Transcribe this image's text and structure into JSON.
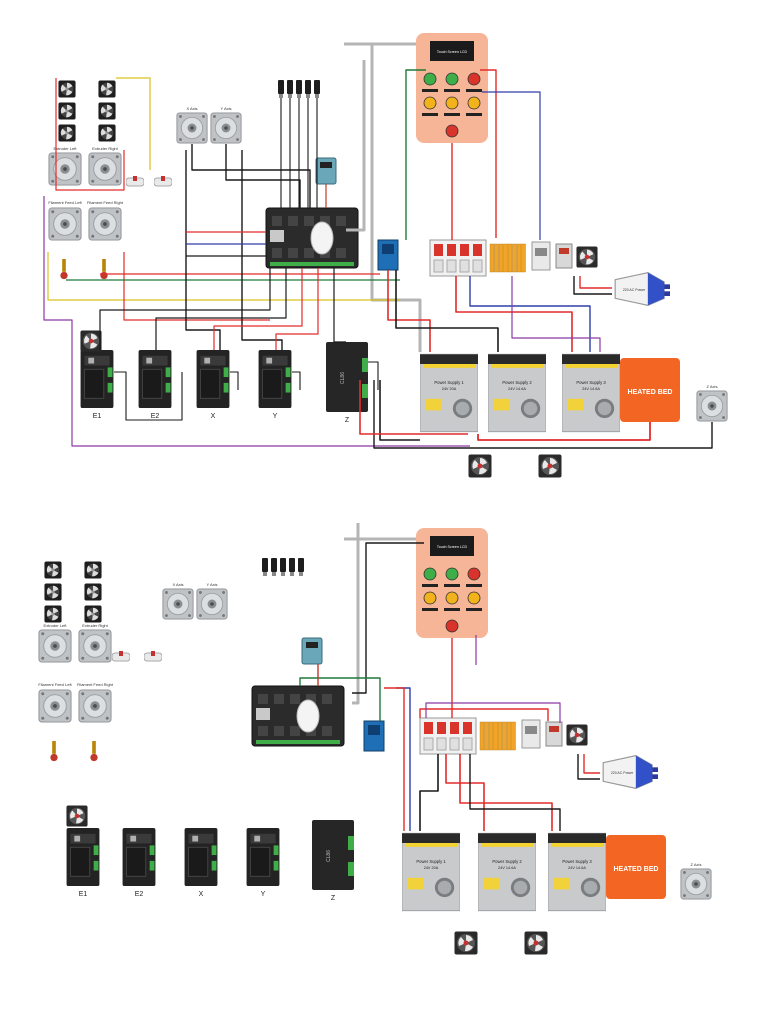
{
  "panels": [
    {
      "id": "top",
      "lcd_label": "Touch Screen LCD",
      "nema_labels": {
        "e1": "Extruder Left",
        "e2": "Extruder Right",
        "x": "X Axis",
        "y": "Y Axis",
        "z": "Z Axis"
      },
      "filament_labels": {
        "left": "Filament Feed Left",
        "right": "Filament Feed Right"
      },
      "driver_labels": [
        "E1",
        "E2",
        "X",
        "Y",
        "Z"
      ],
      "driver_brand": "CL86",
      "psu": [
        {
          "title": "Power Supply 1",
          "spec": "24V 20A"
        },
        {
          "title": "Power Supply 2",
          "spec": "24V 14.6A"
        },
        {
          "title": "Power Supply 3",
          "spec": "24V 14.6A"
        }
      ],
      "heated_bed": "HEATED BED",
      "ac_power": "220 AC Power"
    },
    {
      "id": "bottom",
      "lcd_label": "Touch Screen LCD",
      "nema_labels": {
        "e1": "Extruder Left",
        "e2": "Extruder Right",
        "x": "X Axis",
        "y": "Y Axis",
        "z": "Z Axis"
      },
      "filament_labels": {
        "left": "Filament Feed Left",
        "right": "Filament Feed Right"
      },
      "driver_labels": [
        "E1",
        "E2",
        "X",
        "Y",
        "Z"
      ],
      "driver_brand": "CL86",
      "psu": [
        {
          "title": "Power Supply 1",
          "spec": "24V 20A"
        },
        {
          "title": "Power Supply 2",
          "spec": "24V 14.6A"
        },
        {
          "title": "Power Supply 3",
          "spec": "24V 14.6A"
        }
      ],
      "heated_bed": "HEATED BED",
      "ac_power": "220 AC Power"
    }
  ],
  "colors": {
    "panel_peach": "#f6b596",
    "heated_bed": "#f26522",
    "wire_red": "#e32b2b",
    "wire_black": "#1a1a1a",
    "wire_blue": "#2e3fa8",
    "wire_purple": "#8a3aa5",
    "wire_green": "#1f7a3a",
    "wire_yellow": "#d9c21f",
    "wire_gray": "#b5b5b5",
    "psu_silver": "#c8cacc",
    "driver_black": "#222222",
    "plug_blue": "#3250c8"
  }
}
